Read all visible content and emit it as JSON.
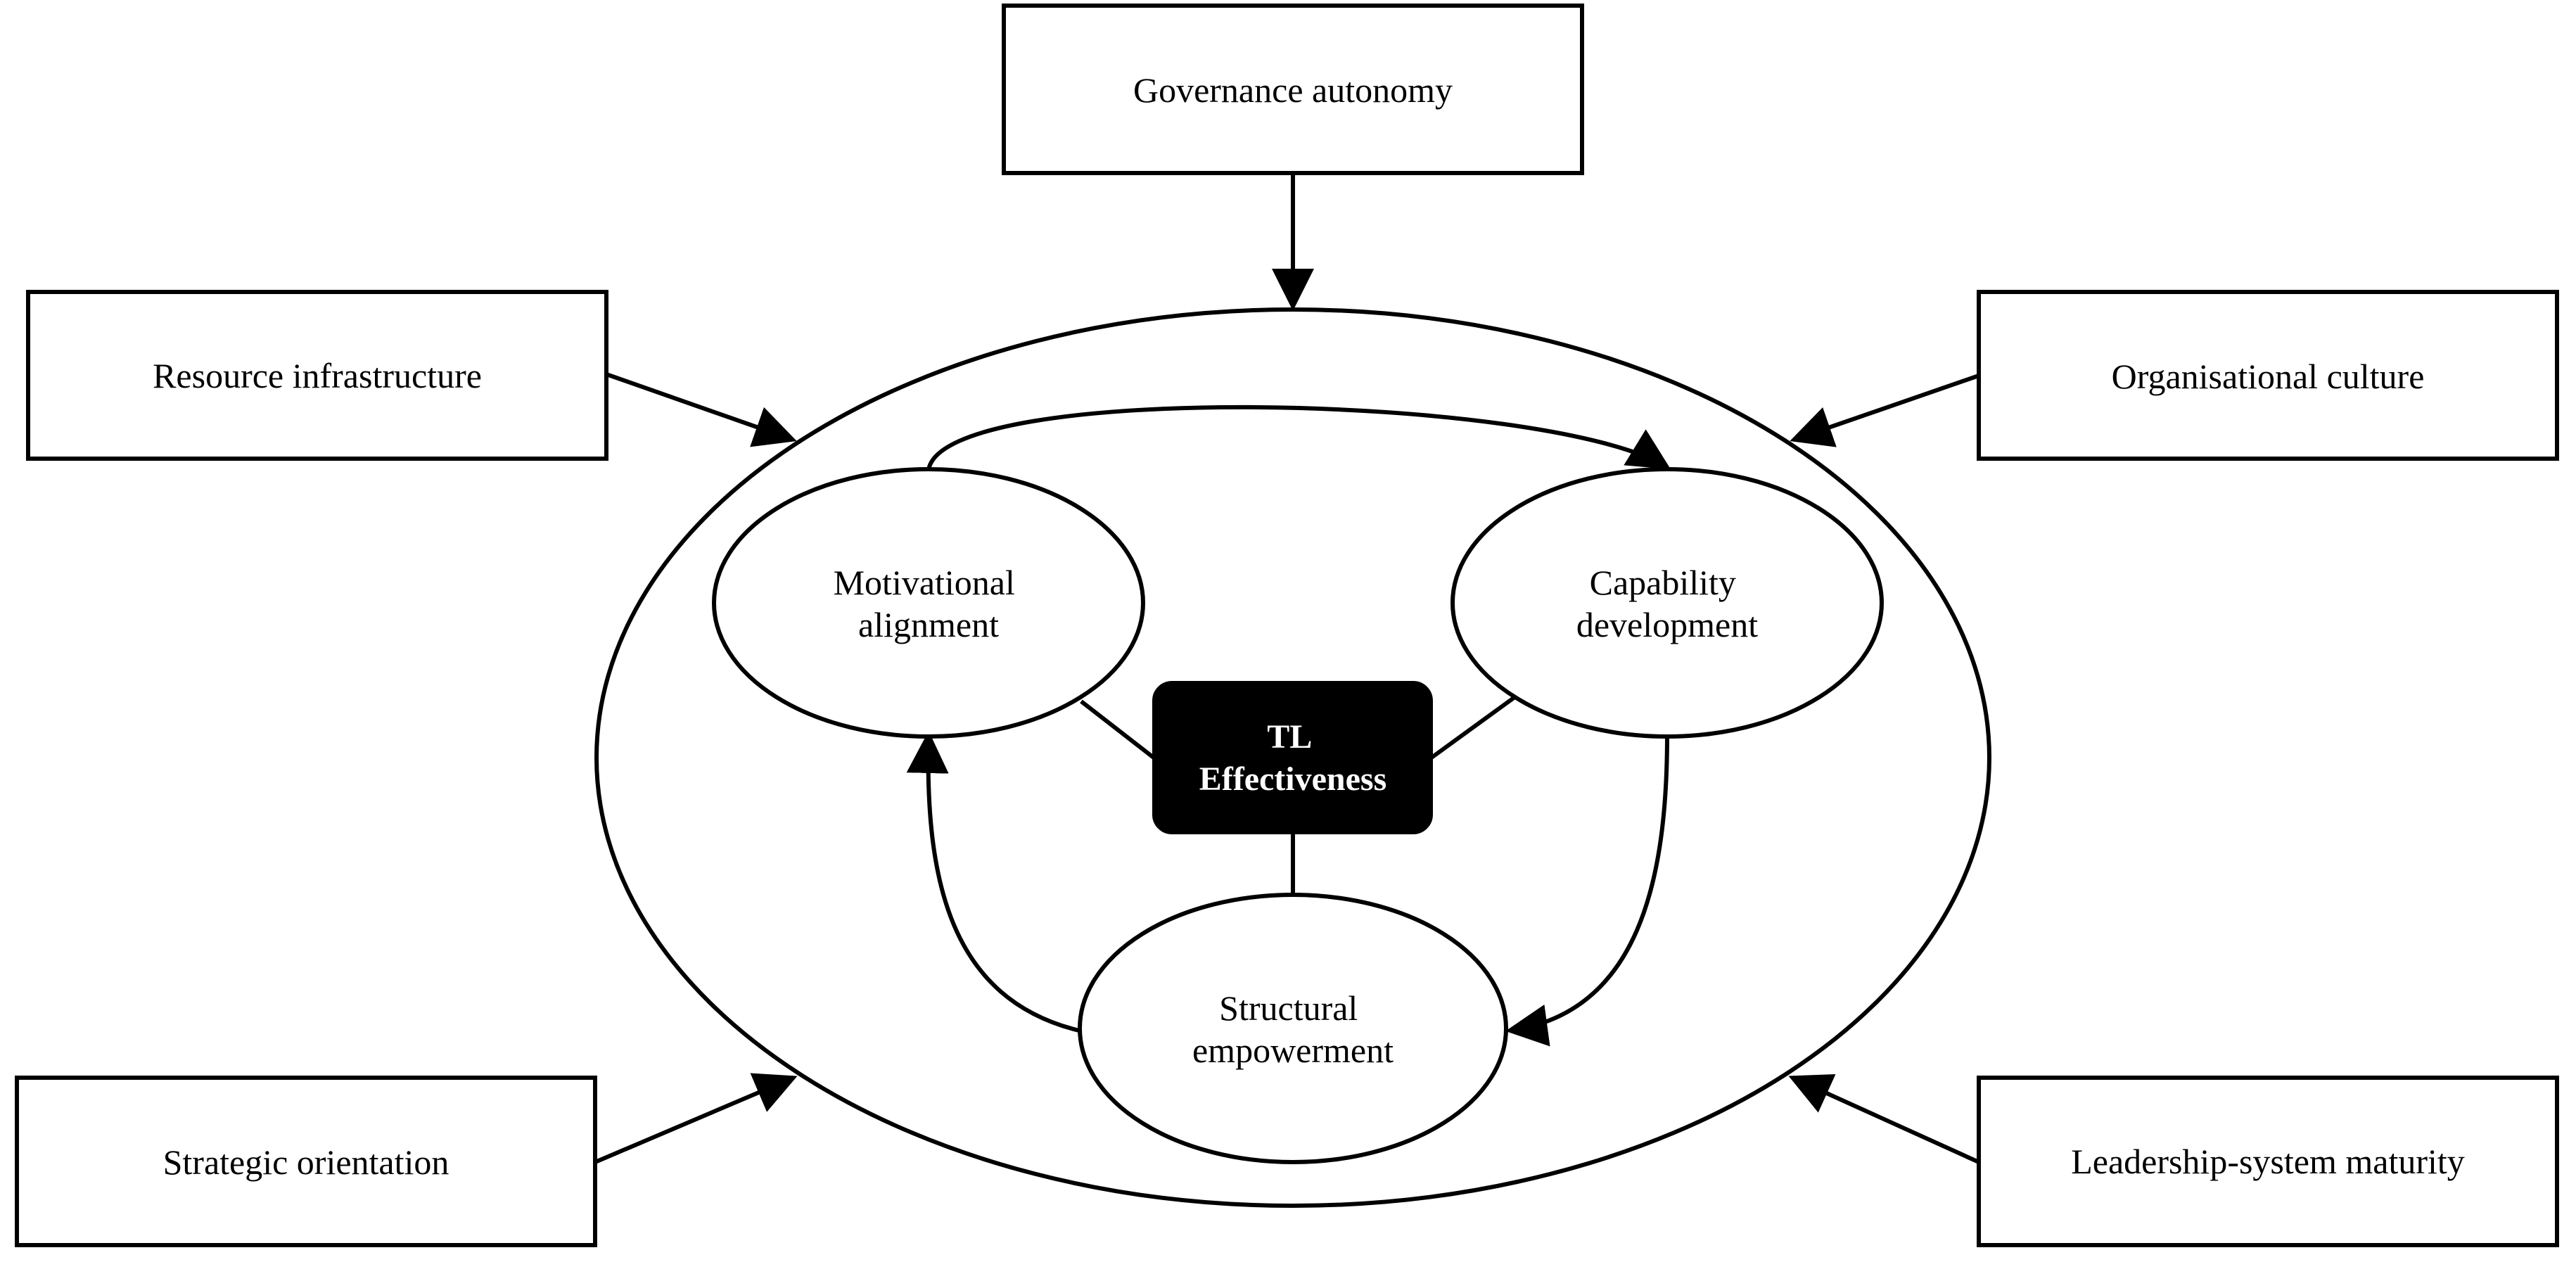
{
  "factors": {
    "governance": "Governance autonomy",
    "resource": "Resource infrastructure",
    "culture": "Organisational culture",
    "strategic": "Strategic orientation",
    "maturity": "Leadership-system maturity"
  },
  "dimensions": {
    "motivational": [
      "Motivational",
      "alignment"
    ],
    "capability": [
      "Capability",
      "development"
    ],
    "structural": [
      "Structural",
      "empowerment"
    ]
  },
  "center": {
    "line1": "TL",
    "line2": "Effectiveness"
  },
  "colors": {
    "stroke": "#000000",
    "background": "#ffffff",
    "center_fill": "#000000",
    "center_text": "#ffffff"
  }
}
